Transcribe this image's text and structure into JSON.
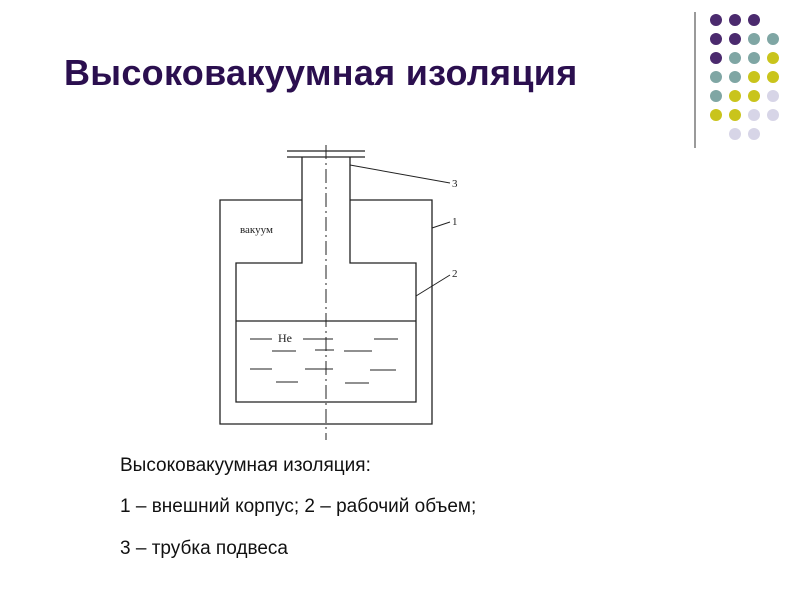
{
  "slide": {
    "title": "Высоковакуумная изоляция",
    "decoration": {
      "colors": {
        "purple": "#4b2a6e",
        "teal": "#7fa6a4",
        "olive": "#c9c41c",
        "lavender": "#d7d5e7"
      }
    }
  },
  "diagram": {
    "vacuum_label": "вакуум",
    "helium_label": "He",
    "callouts": [
      "3",
      "1",
      "2"
    ]
  },
  "caption": {
    "line1": "Высоковакуумная изоляция:",
    "line2": "1 – внешний корпус; 2 – рабочий объем;",
    "line3": "3 – трубка подвеса"
  }
}
